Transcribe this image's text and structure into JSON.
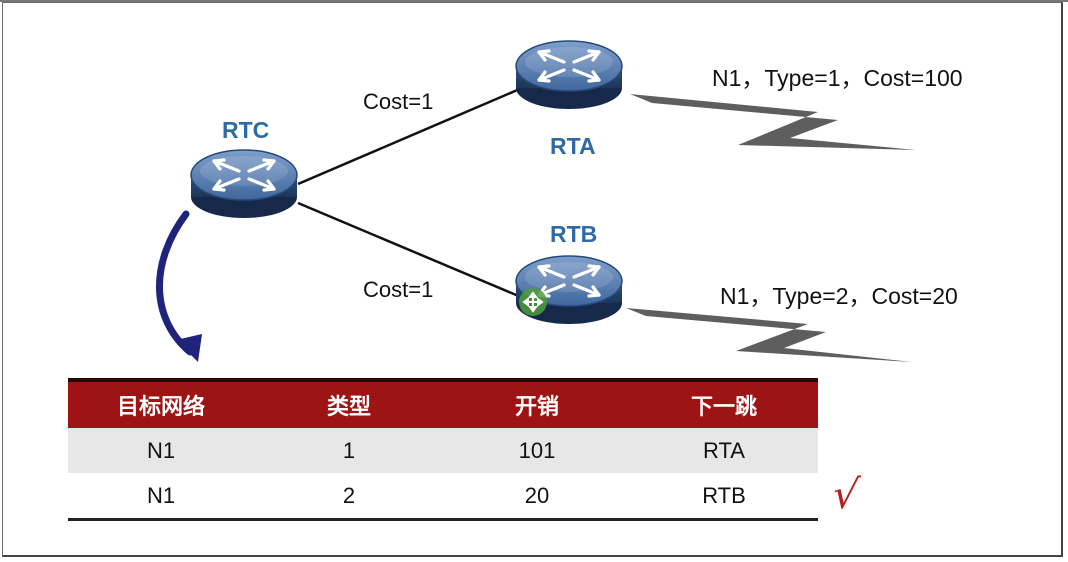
{
  "routers": {
    "rtc": "RTC",
    "rta": "RTA",
    "rtb": "RTB"
  },
  "links": {
    "rtc_rta_cost": "Cost=1",
    "rtc_rtb_cost": "Cost=1"
  },
  "external_routes": {
    "via_rta": "N1，Type=1，Cost=100",
    "via_rtb": "N1，Type=2，Cost=20"
  },
  "routing_table": {
    "headers": [
      "目标网络",
      "类型",
      "开销",
      "下一跳"
    ],
    "rows": [
      [
        "N1",
        "1",
        "101",
        "RTA"
      ],
      [
        "N1",
        "2",
        "20",
        "RTB"
      ]
    ]
  },
  "selected_mark": "√",
  "colors": {
    "router_body": "#3b5f92",
    "router_label": "#2e6aa8",
    "table_header": "#9e1313",
    "table_row_shade": "#e7e7e7",
    "check_mark": "#b41f1f",
    "pointer_arrow": "#1f237a"
  },
  "icons": {
    "router": "router-icon",
    "external_link": "lightning-bolt-icon",
    "cursor": "move-cursor-icon"
  }
}
